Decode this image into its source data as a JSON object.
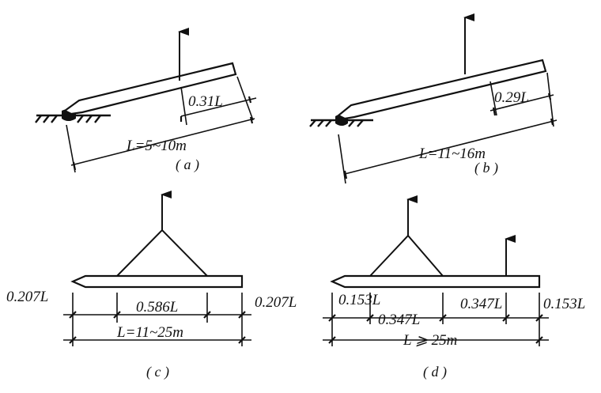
{
  "panels": [
    {
      "caption": "( a )",
      "length_label": "L=5~10m",
      "lift_label": "0.31L"
    },
    {
      "caption": "( b )",
      "length_label": "L=11~16m",
      "lift_label": "0.29L"
    },
    {
      "caption": "( c )",
      "length_label": "L=11~25m",
      "left_label": "0.207L",
      "mid_label": "0.586L",
      "right_label": "0.207L"
    },
    {
      "caption": "( d )",
      "length_label": "L ⩾ 25m",
      "seg1": "0.153L",
      "seg2": "0.347L",
      "seg3": "0.347L",
      "seg4": "0.153L"
    }
  ]
}
